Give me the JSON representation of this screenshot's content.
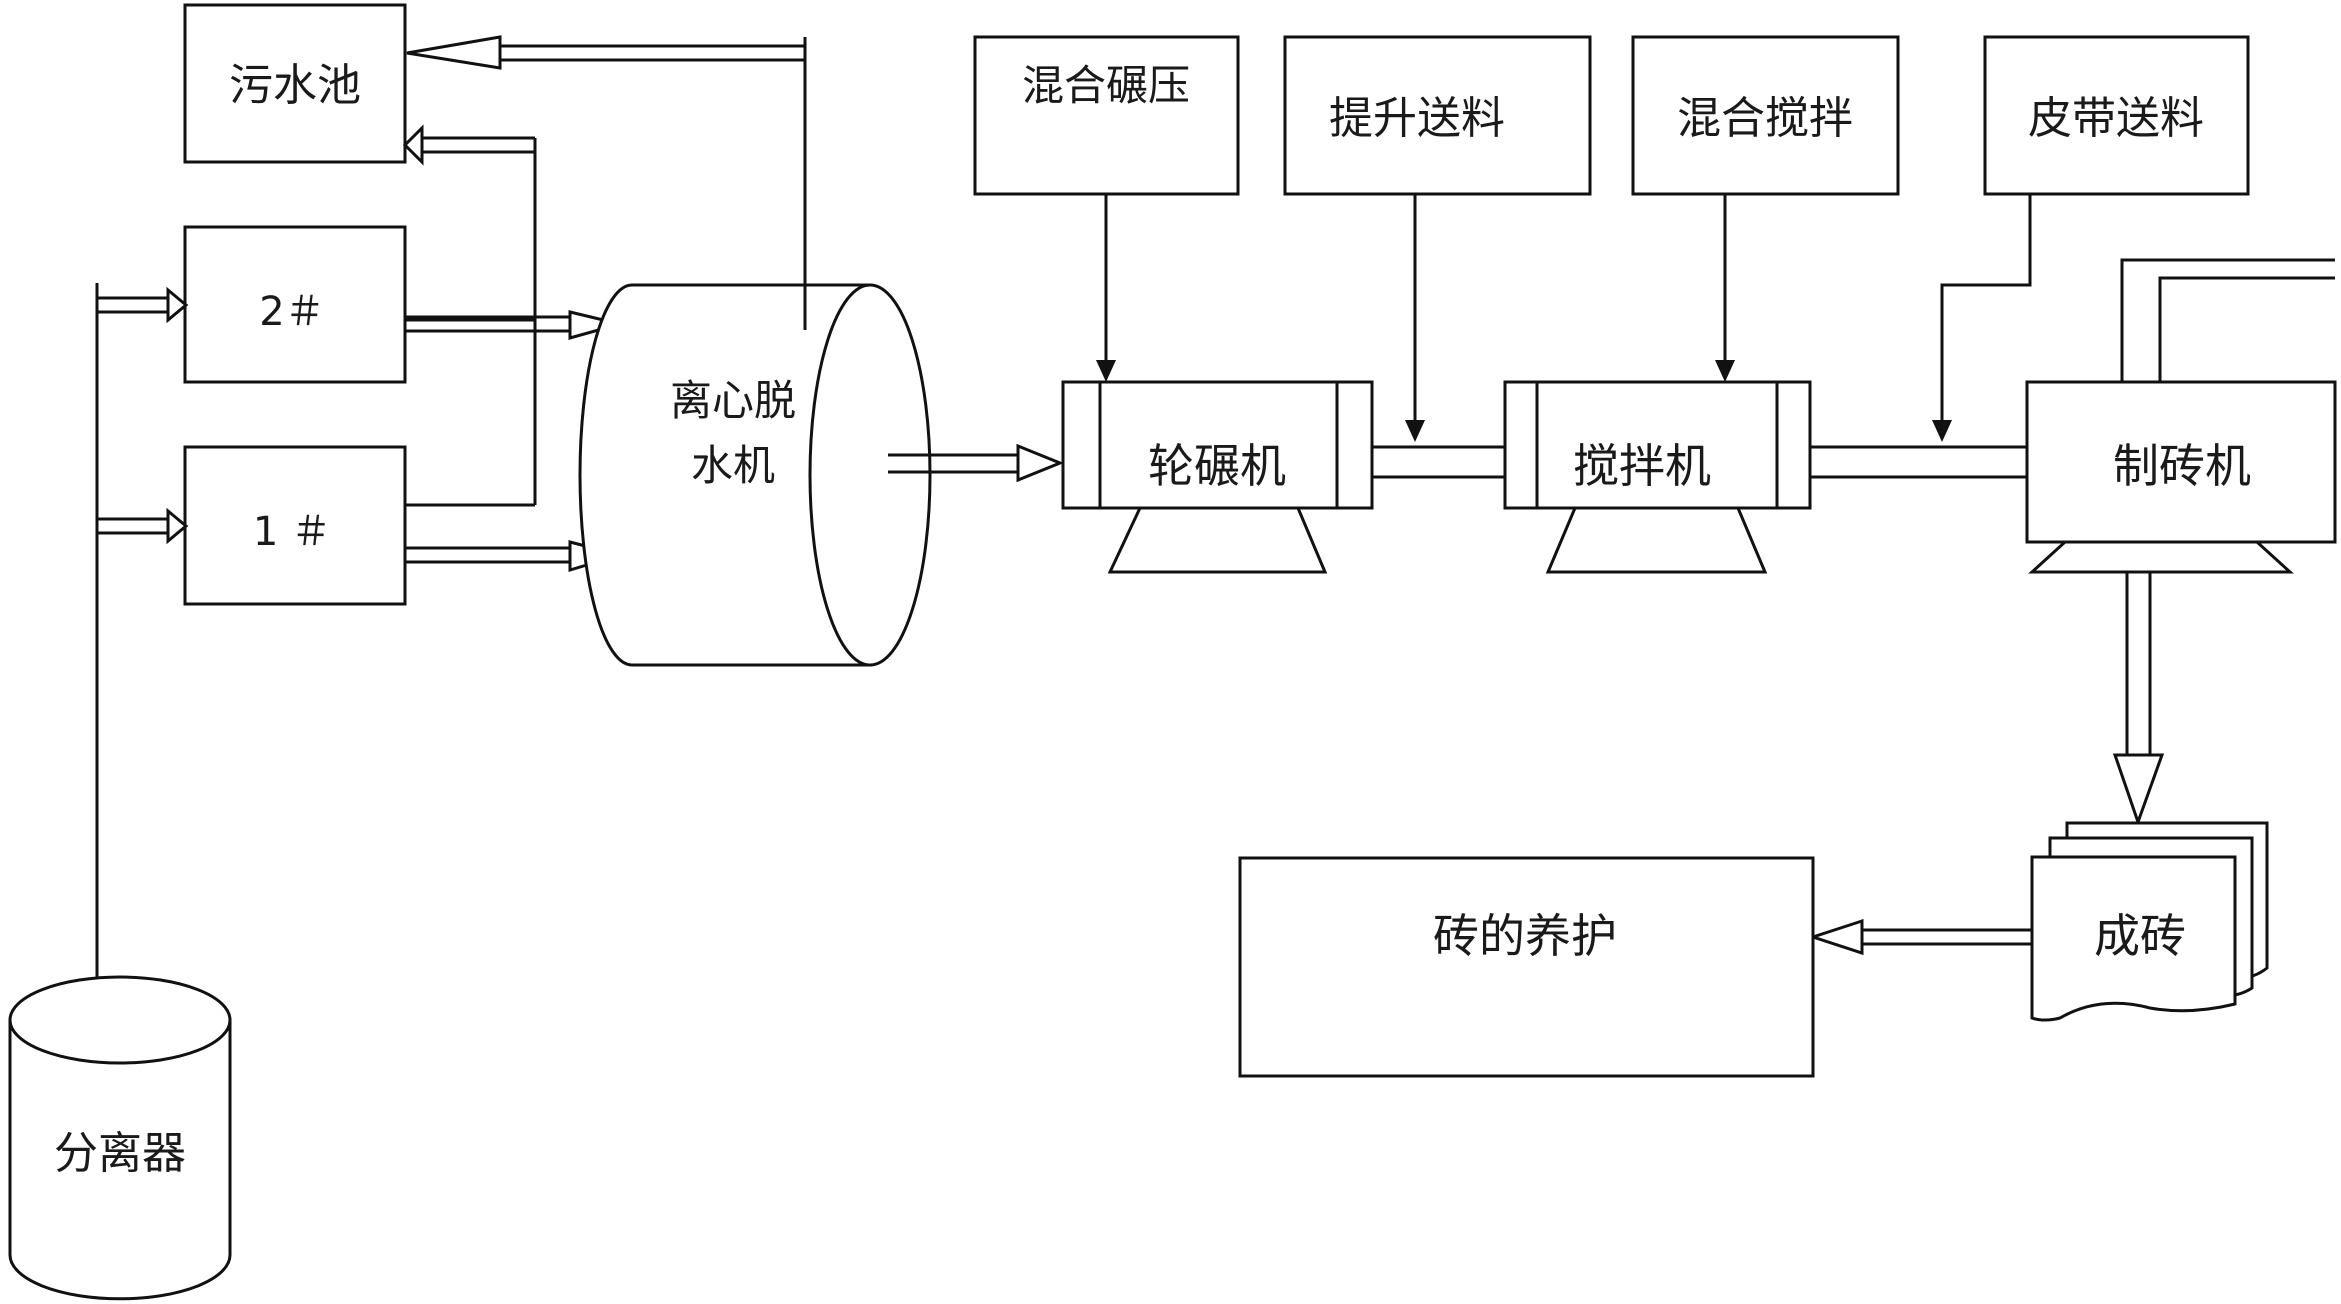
{
  "nodes": {
    "sewage_pool": "污水池",
    "tank_2": "2＃",
    "tank_1": "1 ＃",
    "centrifuge_line1": "离心脱",
    "centrifuge_line2": "水机",
    "separator": "分离器",
    "mix_roll": "混合碾压",
    "lift_feed": "提升送料",
    "mix_stir": "混合搅拌",
    "belt_feed": "皮带送料",
    "wheel_mill": "轮碾机",
    "mixer": "搅拌机",
    "brick_machine": "制砖机",
    "finished_brick": "成砖",
    "curing": "砖的养护"
  },
  "colors": {
    "line": "#111111",
    "background": "#ffffff"
  }
}
